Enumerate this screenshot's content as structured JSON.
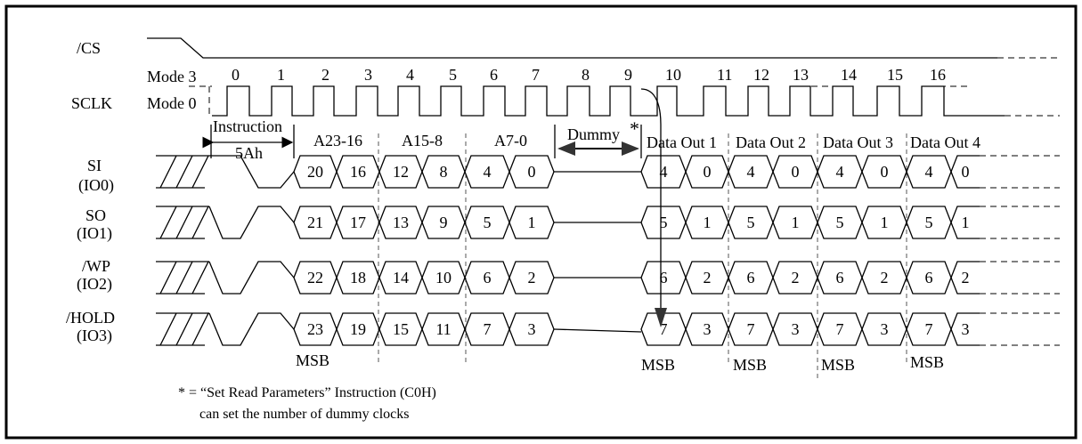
{
  "signals": {
    "cs": "/CS",
    "sclk": "SCLK",
    "si": [
      "SI",
      "(IO0)"
    ],
    "so": [
      "SO",
      "(IO1)"
    ],
    "wp": [
      "/WP",
      "(IO2)"
    ],
    "hold": [
      "/HOLD",
      "(IO3)"
    ]
  },
  "modes": {
    "mode3": "Mode 3",
    "mode0": "Mode 0"
  },
  "clock_numbers": [
    "0",
    "1",
    "2",
    "3",
    "4",
    "5",
    "6",
    "7",
    "8",
    "9",
    "10",
    "11",
    "12",
    "13",
    "14",
    "15",
    "16"
  ],
  "phases": {
    "instruction": "Instruction",
    "instruction_code": "5Ah",
    "addr1": "A23-16",
    "addr2": "A15-8",
    "addr3": "A7-0",
    "dummy": "Dummy",
    "dummy_mark": "*",
    "data_out": [
      "Data Out 1",
      "Data Out 2",
      "Data Out 3",
      "Data Out 4"
    ]
  },
  "bits": {
    "io0": {
      "addr": [
        "20",
        "16",
        "12",
        "8",
        "4",
        "0"
      ],
      "data": [
        "4",
        "0",
        "4",
        "0",
        "4",
        "0",
        "4",
        "0"
      ]
    },
    "io1": {
      "addr": [
        "21",
        "17",
        "13",
        "9",
        "5",
        "1"
      ],
      "data": [
        "5",
        "1",
        "5",
        "1",
        "5",
        "1",
        "5",
        "1"
      ]
    },
    "io2": {
      "addr": [
        "22",
        "18",
        "14",
        "10",
        "6",
        "2"
      ],
      "data": [
        "6",
        "2",
        "6",
        "2",
        "6",
        "2",
        "6",
        "2"
      ]
    },
    "io3": {
      "addr": [
        "23",
        "19",
        "15",
        "11",
        "7",
        "3"
      ],
      "data": [
        "7",
        "3",
        "7",
        "3",
        "7",
        "3",
        "7",
        "3"
      ]
    }
  },
  "msb": "MSB",
  "footnote": {
    "line1": "* =  “Set Read Parameters” Instruction (C0H)",
    "line2": "can set the number of dummy clocks"
  }
}
